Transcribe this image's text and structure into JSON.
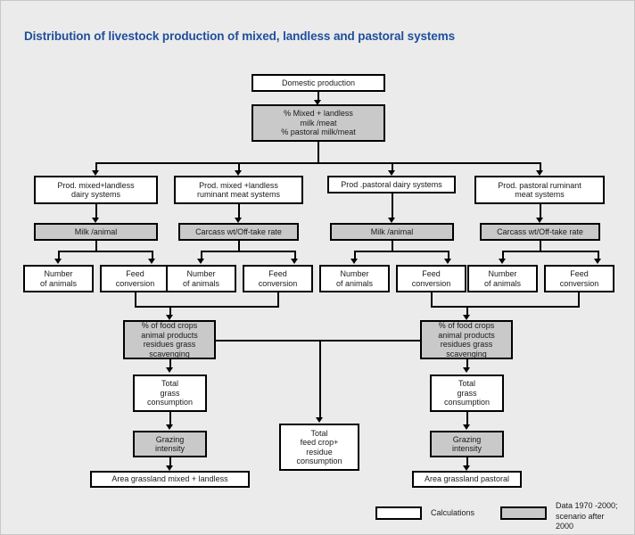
{
  "title": "Distribution of livestock production of mixed, landless and pastoral systems",
  "colors": {
    "background": "#ebebeb",
    "title": "#1f4e9c",
    "shaded_box": "#c9c9c9",
    "plain_box": "#ffffff",
    "border": "#000000"
  },
  "nodes": {
    "domestic_production": "Domestic production",
    "percent_split": "% Mixed + landless\nmilk /meat\n% pastoral milk/meat",
    "percent_split_l1": "% Mixed + landless",
    "percent_split_l2": "milk /meat",
    "percent_split_l3": "% pastoral milk/meat",
    "prod_mixed_landless_dairy_l1": "Prod. mixed+landless",
    "prod_mixed_landless_dairy_l2": "dairy systems",
    "prod_mixed_landless_ruminant_l1": "Prod. mixed +landless",
    "prod_mixed_landless_ruminant_l2": "ruminant meat systems",
    "prod_pastoral_dairy": "Prod .pastoral dairy systems",
    "prod_pastoral_ruminant_l1": "Prod. pastoral ruminant",
    "prod_pastoral_ruminant_l2": "meat systems",
    "milk_per_animal": "Milk /animal",
    "carcass_offtake": "Carcass wt/Off-take rate",
    "number_of_animals_l1": "Number",
    "number_of_animals_l2": "of animals",
    "feed_conversion_l1": "Feed",
    "feed_conversion_l2": "conversion",
    "food_crops_l1": "% of food crops",
    "food_crops_l2": "animal products",
    "food_crops_l3": "residues grass",
    "food_crops_l4": "scavenging",
    "total_grass_l1": "Total",
    "total_grass_l2": "grass",
    "total_grass_l3": "consumption",
    "grazing_intensity_l1": "Grazing",
    "grazing_intensity_l2": "intensity",
    "area_grassland_mixed": "Area grassland mixed + landless",
    "area_grassland_pastoral": "Area grassland pastoral",
    "total_feed_crop_l1": "Total",
    "total_feed_crop_l2": "feed crop+",
    "total_feed_crop_l3": "residue",
    "total_feed_crop_l4": "consumption"
  },
  "legend": {
    "calculations_label": "Calculations",
    "data_label_l1": "Data 1970 -2000;",
    "data_label_l2": "scenario  after  2000"
  }
}
